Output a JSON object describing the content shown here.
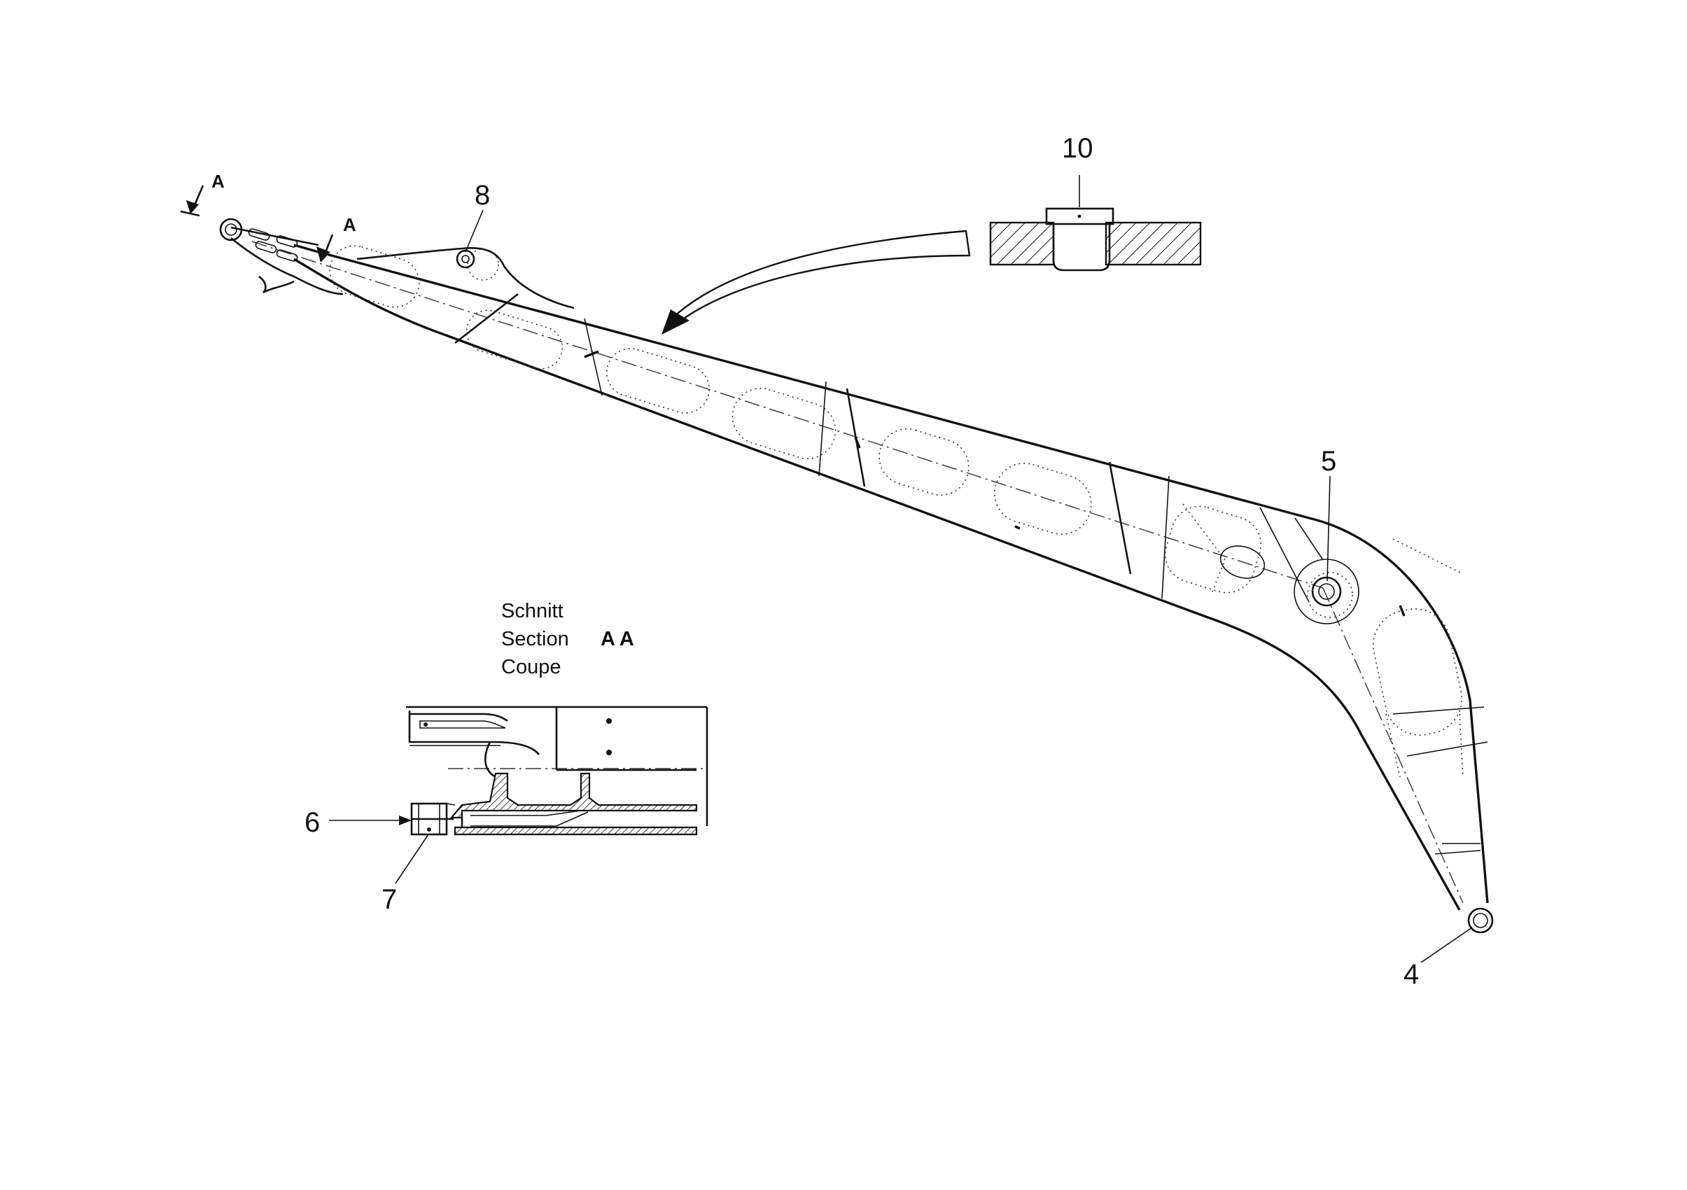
{
  "callouts": {
    "c10": "10",
    "c8": "8",
    "c5": "5",
    "c4": "4",
    "c6": "6",
    "c7": "7"
  },
  "view_markers": {
    "a1": "A",
    "a2": "A"
  },
  "section_label": {
    "line1": "Schnitt",
    "line2": "Section",
    "line3": "Coupe",
    "aa": "A A"
  },
  "colors": {
    "ink": "#111111",
    "paper": "#ffffff"
  }
}
